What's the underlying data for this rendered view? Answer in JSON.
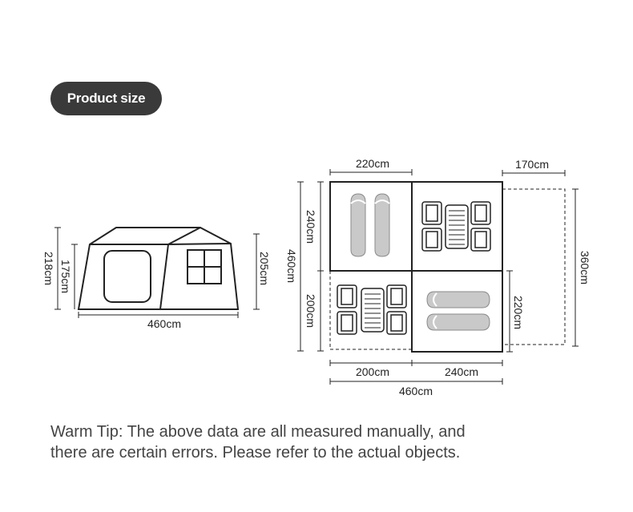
{
  "badge": {
    "label": "Product size"
  },
  "side_view": {
    "width_label": "460cm",
    "height_total_label": "218cm",
    "height_inner_label": "175cm",
    "height_right_label": "205cm"
  },
  "floor_plan": {
    "top_left_width_label": "220cm",
    "top_right_width_label": "170cm",
    "left_upper_label": "240cm",
    "left_total_label": "460cm",
    "left_lower_label": "200cm",
    "right_total_label": "360cm",
    "inner_right_label": "220cm",
    "bottom_left_label": "200cm",
    "bottom_right_label": "240cm",
    "bottom_total_label": "460cm"
  },
  "tip": {
    "line1": "Warm Tip: The above data are all measured manually, and",
    "line2": "there are certain errors. Please refer to the actual objects."
  },
  "colors": {
    "line": "#222222",
    "badge_bg": "#3a3a3a",
    "bag_fill": "#c9c9c9",
    "text": "#444444"
  }
}
